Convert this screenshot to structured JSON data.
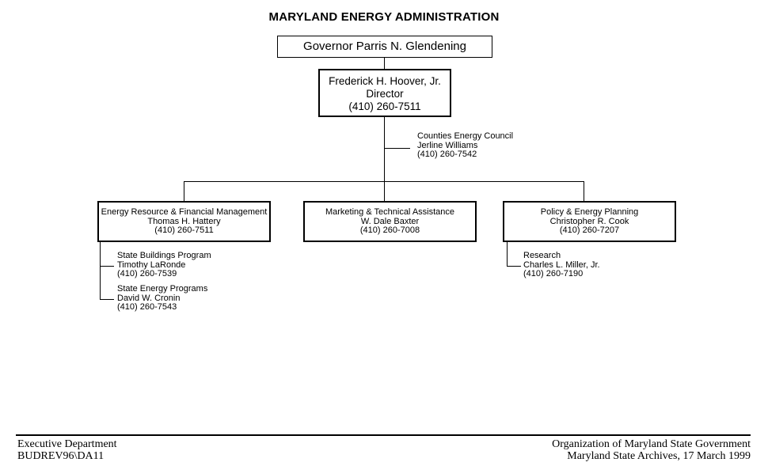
{
  "title": "MARYLAND ENERGY ADMINISTRATION",
  "governor": {
    "label": "Governor Parris N. Glendening"
  },
  "director": {
    "name": "Frederick H. Hoover, Jr.",
    "title": "Director",
    "phone": "(410) 260-7511"
  },
  "counties_council": {
    "unit": "Counties Energy Council",
    "person": "Jerline Williams",
    "phone": "(410) 260-7542"
  },
  "departments": [
    {
      "unit": "Energy Resource & Financial Management",
      "person": "Thomas H. Hattery",
      "phone": "(410) 260-7511"
    },
    {
      "unit": "Marketing & Technical Assistance",
      "person": "W. Dale Baxter",
      "phone": "(410) 260-7008"
    },
    {
      "unit": "Policy & Energy Planning",
      "person": "Christopher R. Cook",
      "phone": "(410) 260-7207"
    }
  ],
  "sub_programs_left": [
    {
      "unit": "State Buildings Program",
      "person": "Timothy LaRonde",
      "phone": "(410) 260-7539"
    },
    {
      "unit": "State Energy Programs",
      "person": "David W. Cronin",
      "phone": "(410) 260-7543"
    }
  ],
  "sub_programs_right": [
    {
      "unit": "Research",
      "person": "Charles L. Miller, Jr.",
      "phone": "(410) 260-7190"
    }
  ],
  "footer": {
    "left_line1": "Executive Department",
    "left_line2": "BUDREV96\\DA11",
    "right_line1": "Organization of Maryland State Government",
    "right_line2": "Maryland State Archives, 17 March 1999"
  },
  "colors": {
    "background": "#ffffff",
    "line": "#000000",
    "text": "#000000"
  }
}
